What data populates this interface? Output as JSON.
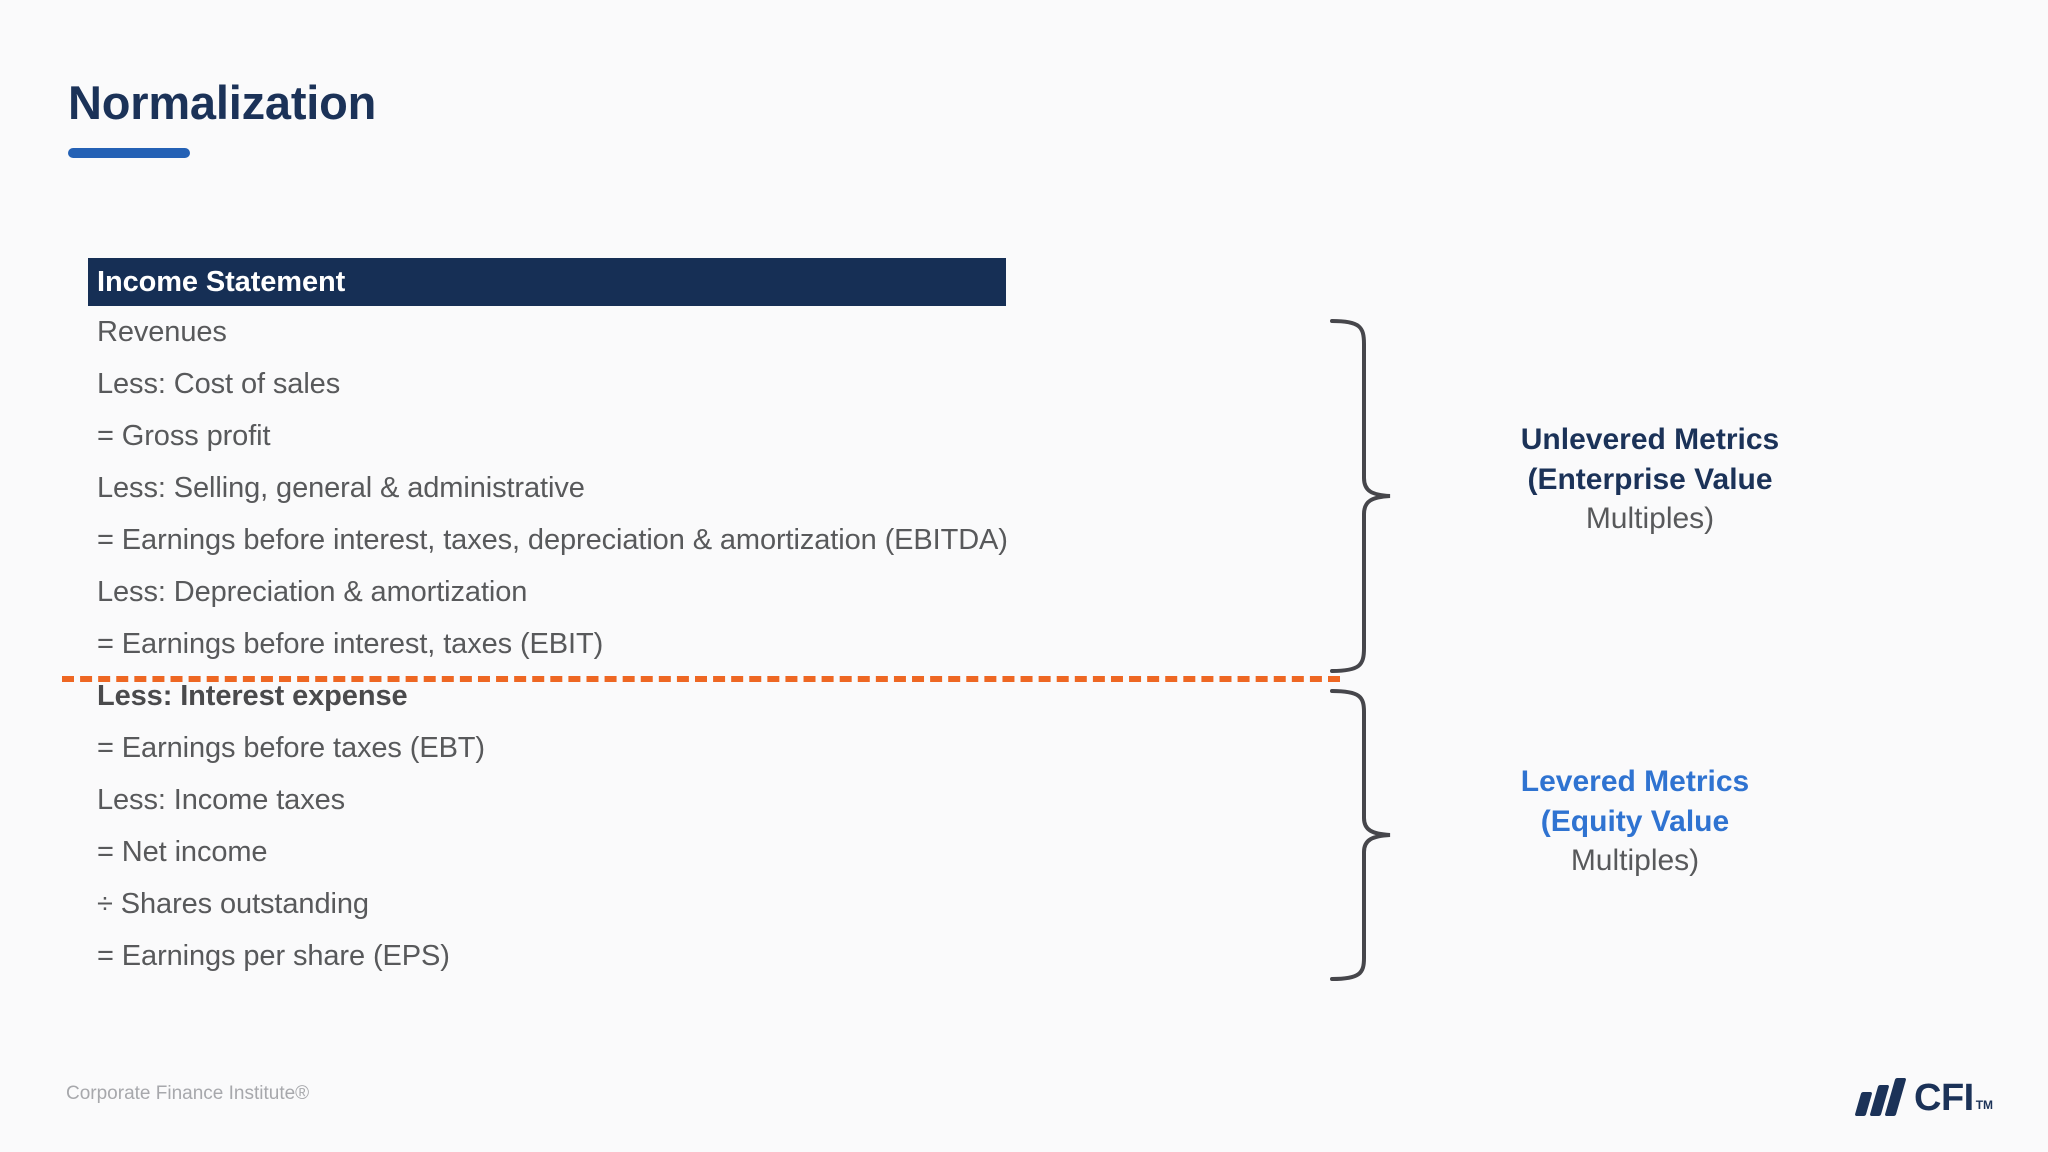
{
  "slide": {
    "title": "Normalization",
    "background_color": "#FAFAFB",
    "accent_navy": "#1B3258",
    "accent_blue": "#2461B5",
    "accent_orange": "#EE6723"
  },
  "statement": {
    "header_label": "Income Statement",
    "header_bg": "#162F55",
    "unlevered_items": [
      "Revenues",
      "Less: Cost of sales",
      "= Gross profit",
      "Less: Selling, general & administrative",
      "= Earnings before interest, taxes, depreciation & amortization (EBITDA)",
      "Less: Depreciation & amortization",
      "= Earnings before interest, taxes (EBIT)"
    ],
    "levered_items": [
      "Less: Interest expense",
      "= Earnings before taxes (EBT)",
      "Less: Income taxes",
      "= Net income",
      "÷ Shares outstanding",
      "= Earnings per share (EPS)"
    ]
  },
  "metrics": {
    "unlevered": {
      "line1": "Unlevered Metrics",
      "line2_paren": "(",
      "line2": "Enterprise Value",
      "line3": "Multiples)",
      "color": "#1B3258"
    },
    "levered": {
      "line1": "Levered Metrics",
      "line2_paren": "(",
      "line2": "Equity Value",
      "line3": "Multiples)",
      "color": "#2F73D1"
    }
  },
  "footer": {
    "attribution": "Corporate Finance Institute®",
    "logo_word": "CFI",
    "logo_tm": "TM"
  }
}
